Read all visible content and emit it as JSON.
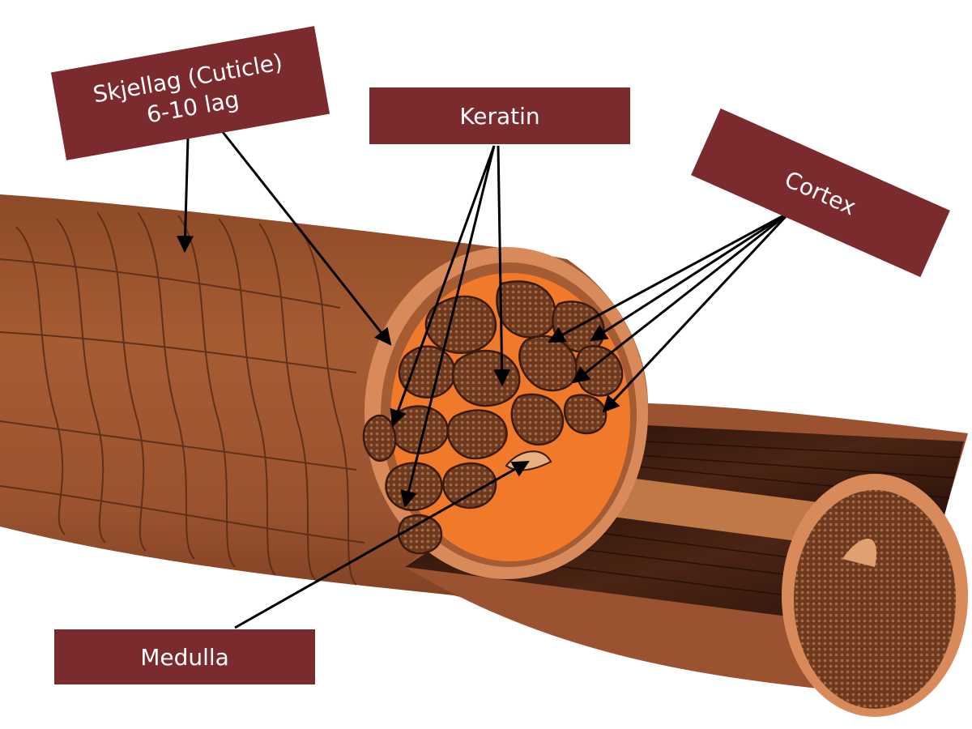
{
  "labels": {
    "cuticle_line1": "Skjellag (Cuticle)",
    "cuticle_line2": "6-10 lag",
    "keratin": "Keratin",
    "cortex": "Cortex",
    "medulla": "Medulla"
  },
  "colors": {
    "label_bg": "#7b2a2e",
    "label_text": "#ffffff",
    "hair_outer": "#a0562f",
    "hair_dark": "#3a1a0e",
    "hair_rim": "#d88a5a",
    "keratin_fill": "#f07a2a",
    "arrow": "#000000"
  }
}
